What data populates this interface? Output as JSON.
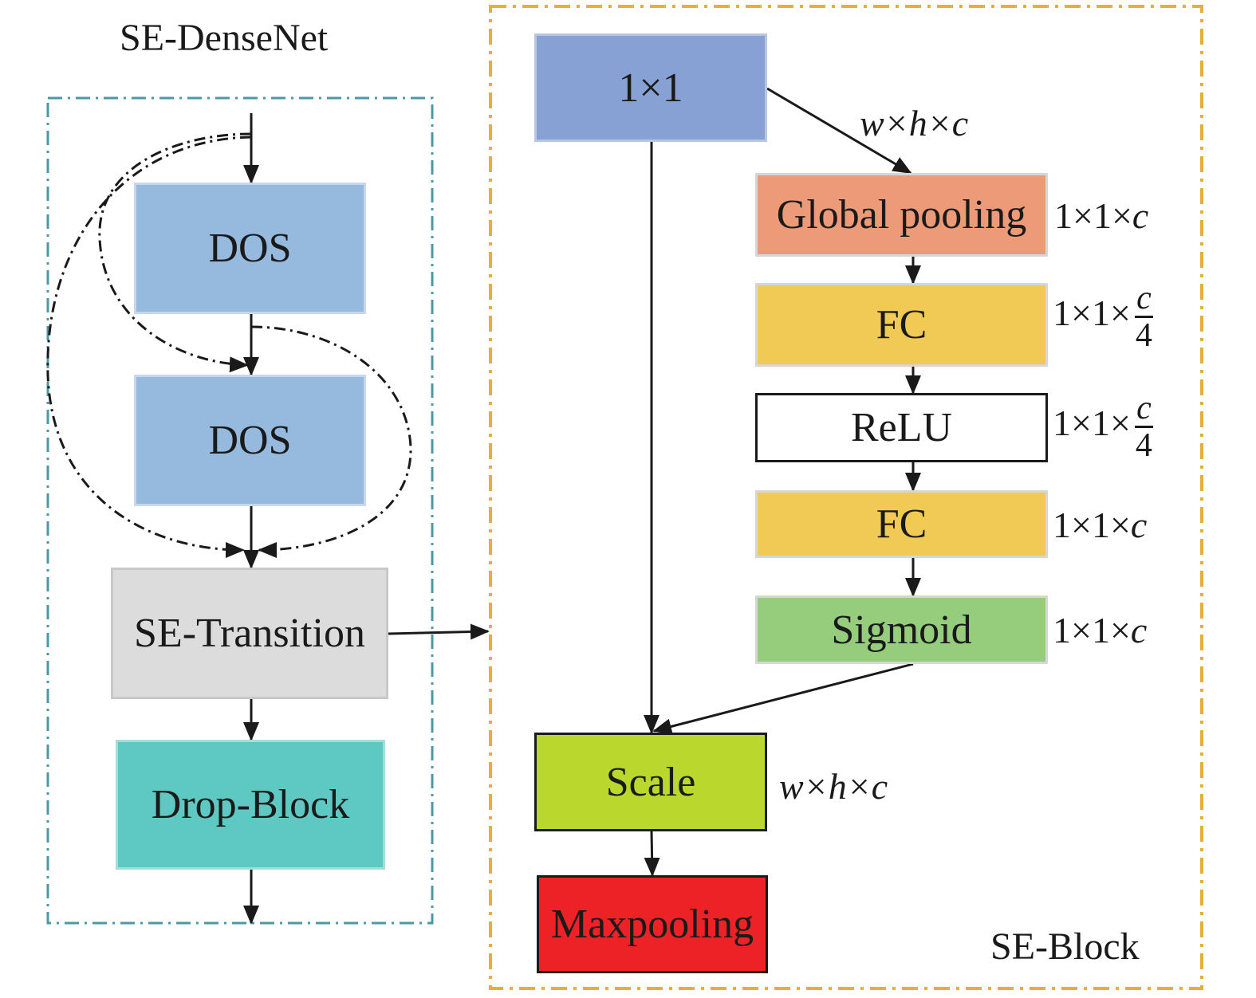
{
  "left_title": "SE-DenseNet",
  "right_title": "SE-Block",
  "colors": {
    "dos": "#95bade",
    "se_transition": "#dcdcdc",
    "drop_block": "#5ec8c2",
    "conv1x1": "#87a1d5",
    "global_pooling": "#ec9a78",
    "fc": "#f1c955",
    "relu": "#ffffff",
    "sigmoid": "#96cd7d",
    "scale": "#b9d72d",
    "maxpooling": "#ed2227",
    "left_frame": "#4a9aa6",
    "right_frame": "#e6ae3a"
  },
  "left_nodes": {
    "dos1": "DOS",
    "dos2": "DOS",
    "se_transition": "SE-Transition",
    "drop_block": "Drop-Block"
  },
  "right_nodes": {
    "conv1x1": "1×1",
    "global_pooling": "Global pooling",
    "fc1": "FC",
    "relu": "ReLU",
    "fc2": "FC",
    "sigmoid": "Sigmoid",
    "scale": "Scale",
    "maxpooling": "Maxpooling"
  },
  "dims": {
    "conv_out": {
      "prefix": "",
      "var": "w×h×c"
    },
    "global_pooling": {
      "prefix": "1×1×",
      "var": "c"
    },
    "fc1": {
      "prefix": "1×1×",
      "num": "c",
      "den": "4"
    },
    "relu": {
      "prefix": "1×1×",
      "num": "c",
      "den": "4"
    },
    "fc2": {
      "prefix": "1×1×",
      "var": "c"
    },
    "sigmoid": {
      "prefix": "1×1×",
      "var": "c"
    },
    "scale": {
      "prefix": "",
      "var": "w×h×c"
    }
  }
}
